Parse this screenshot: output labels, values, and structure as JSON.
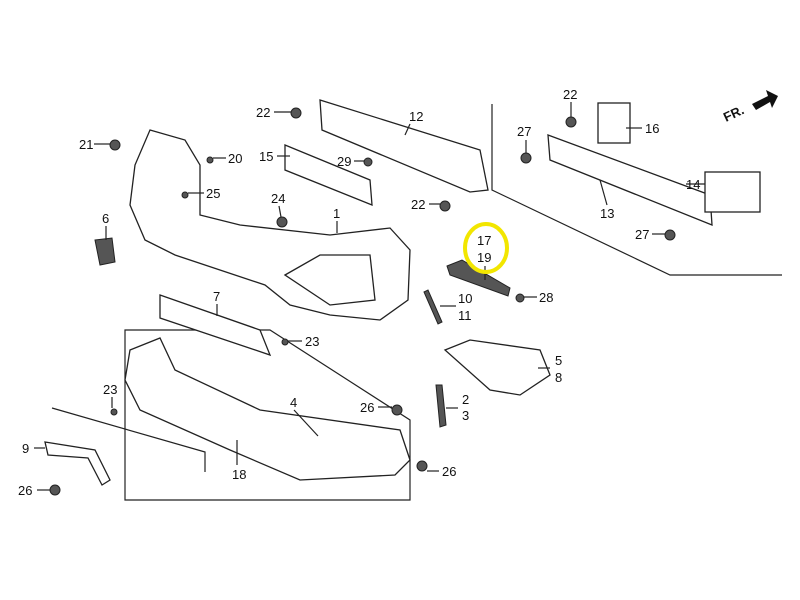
{
  "diagram": {
    "direction_label": "FR.",
    "highlight_color": "#f2e600",
    "callouts": {
      "c22a": "22",
      "c12": "12",
      "c22b": "22",
      "c16": "16",
      "c27a": "27",
      "c21": "21",
      "c20": "20",
      "c15": "15",
      "c29": "29",
      "c25": "25",
      "c14": "14",
      "c13": "13",
      "c6": "6",
      "c24": "24",
      "c1": "1",
      "c22c": "22",
      "c17": "17",
      "c19": "19",
      "c27b": "27",
      "c28": "28",
      "c10": "10",
      "c11": "11",
      "c7": "7",
      "c23a": "23",
      "c5": "5",
      "c8": "8",
      "c23b": "23",
      "c4": "4",
      "c26a": "26",
      "c2": "2",
      "c3": "3",
      "c9": "9",
      "c18": "18",
      "c26b": "26",
      "c26c": "26"
    }
  }
}
